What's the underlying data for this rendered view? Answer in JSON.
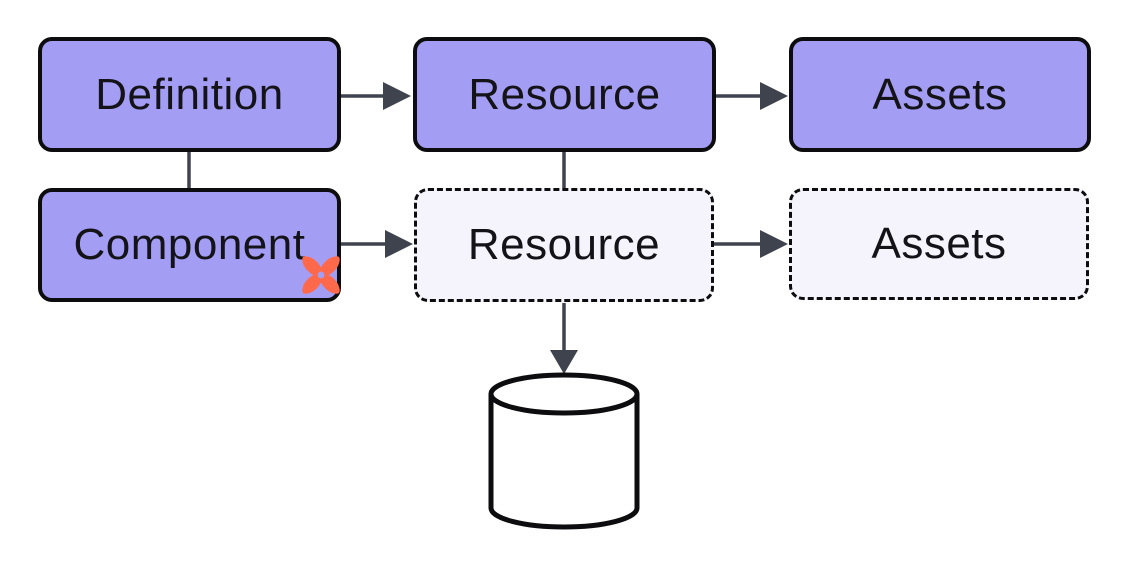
{
  "diagram": {
    "background": "#ffffff",
    "colors": {
      "solid_node_fill": "#a49df4",
      "planned_node_fill": "#f5f4fc",
      "node_border": "#0d0d0f",
      "connector": "#3f434e",
      "text": "#131318",
      "dbt_icon": "#ff694b",
      "cylinder_fill": "#ffffff"
    },
    "nodes": [
      {
        "id": "definition",
        "label": "Definition",
        "style": "solid"
      },
      {
        "id": "resource-top",
        "label": "Resource",
        "style": "solid"
      },
      {
        "id": "assets-top",
        "label": "Assets",
        "style": "solid"
      },
      {
        "id": "component",
        "label": "Component",
        "style": "solid",
        "badge": "dbt-pinwheel-icon"
      },
      {
        "id": "resource-planned",
        "label": "Resource",
        "style": "dashed"
      },
      {
        "id": "assets-planned",
        "label": "Assets",
        "style": "dashed"
      }
    ],
    "edges": [
      {
        "from": "definition",
        "to": "resource-top",
        "type": "arrow"
      },
      {
        "from": "resource-top",
        "to": "assets-top",
        "type": "arrow"
      },
      {
        "from": "definition",
        "to": "component",
        "type": "line"
      },
      {
        "from": "resource-top",
        "to": "resource-planned",
        "type": "line"
      },
      {
        "from": "component",
        "to": "resource-planned",
        "type": "arrow"
      },
      {
        "from": "resource-planned",
        "to": "assets-planned",
        "type": "arrow"
      },
      {
        "from": "resource-planned",
        "to": "database",
        "type": "arrow"
      }
    ],
    "shapes": [
      {
        "id": "database",
        "type": "cylinder"
      }
    ]
  }
}
